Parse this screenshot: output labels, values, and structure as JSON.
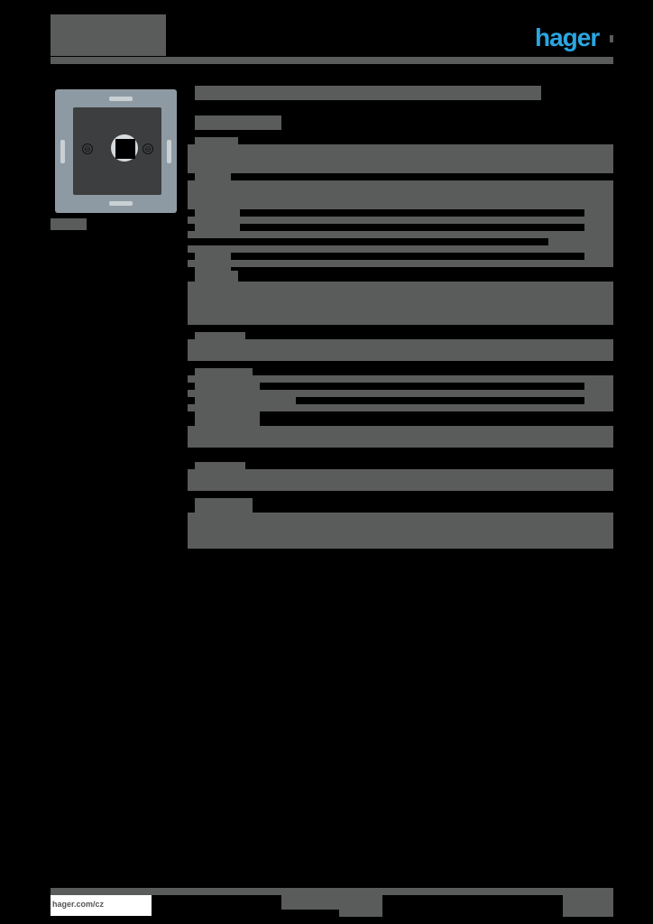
{
  "header": {
    "brand_logo": "hager",
    "brand_color": "#2aa6e2",
    "redaction_color": "#5a5b5b"
  },
  "product": {
    "image_alt": "product-photo",
    "caption": ""
  },
  "footer": {
    "url": "hager.com/cz"
  }
}
